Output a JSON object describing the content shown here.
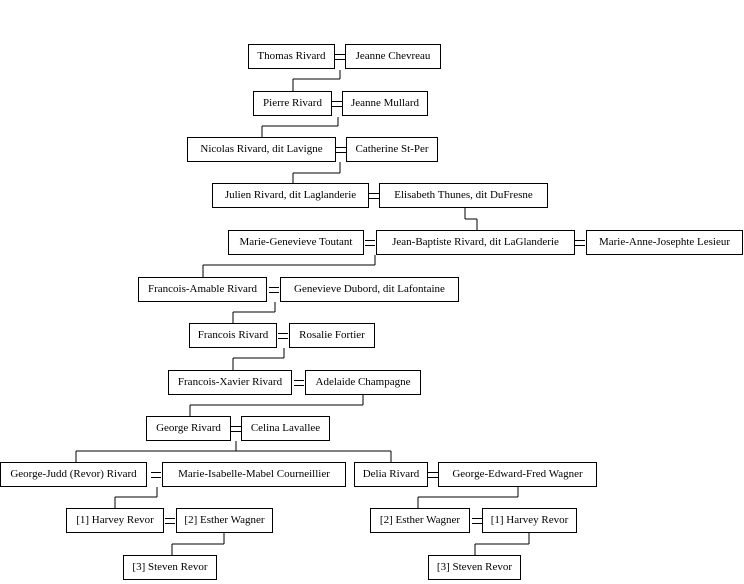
{
  "people": {
    "thomas_rivard": "Thomas Rivard",
    "jeanne_chevreau": "Jeanne Chevreau",
    "pierre_rivard": "Pierre Rivard",
    "jeanne_mullard": "Jeanne Mullard",
    "nicolas_rivard": "Nicolas Rivard, dit Lavigne",
    "catherine_stper": "Catherine St-Per",
    "julien_rivard": "Julien Rivard, dit Laglanderie",
    "elisabeth_thunes": "Elisabeth Thunes, dit DuFresne",
    "marie_genevieve_toutant": "Marie-Genevieve Toutant",
    "jean_baptiste_rivard": "Jean-Baptiste Rivard, dit LaGlanderie",
    "marie_anne_josephte_lesieur": "Marie-Anne-Josephte Lesieur",
    "francois_amable_rivard": "Francois-Amable Rivard",
    "genevieve_dubord": "Genevieve Dubord, dit Lafontaine",
    "francois_rivard": "Francois Rivard",
    "rosalie_fortier": "Rosalie Fortier",
    "francois_xavier_rivard": "Francois-Xavier Rivard",
    "adelaide_champagne": "Adelaide Champagne",
    "george_rivard": "George Rivard",
    "celina_lavallee": "Celina Lavallee",
    "george_judd_rivard": "George-Judd (Revor) Rivard",
    "marie_isabelle_courneillier": "Marie-Isabelle-Mabel Courneillier",
    "delia_rivard": "Delia Rivard",
    "george_edward_wagner": "George-Edward-Fred Wagner",
    "harvey_revor_1": "[1] Harvey Revor",
    "esther_wagner_2": "[2] Esther Wagner",
    "esther_wagner_2b": "[2] Esther Wagner",
    "harvey_revor_1b": "[1] Harvey Revor",
    "steven_revor_3": "[3] Steven Revor",
    "steven_revor_3b": "[3] Steven Revor"
  }
}
